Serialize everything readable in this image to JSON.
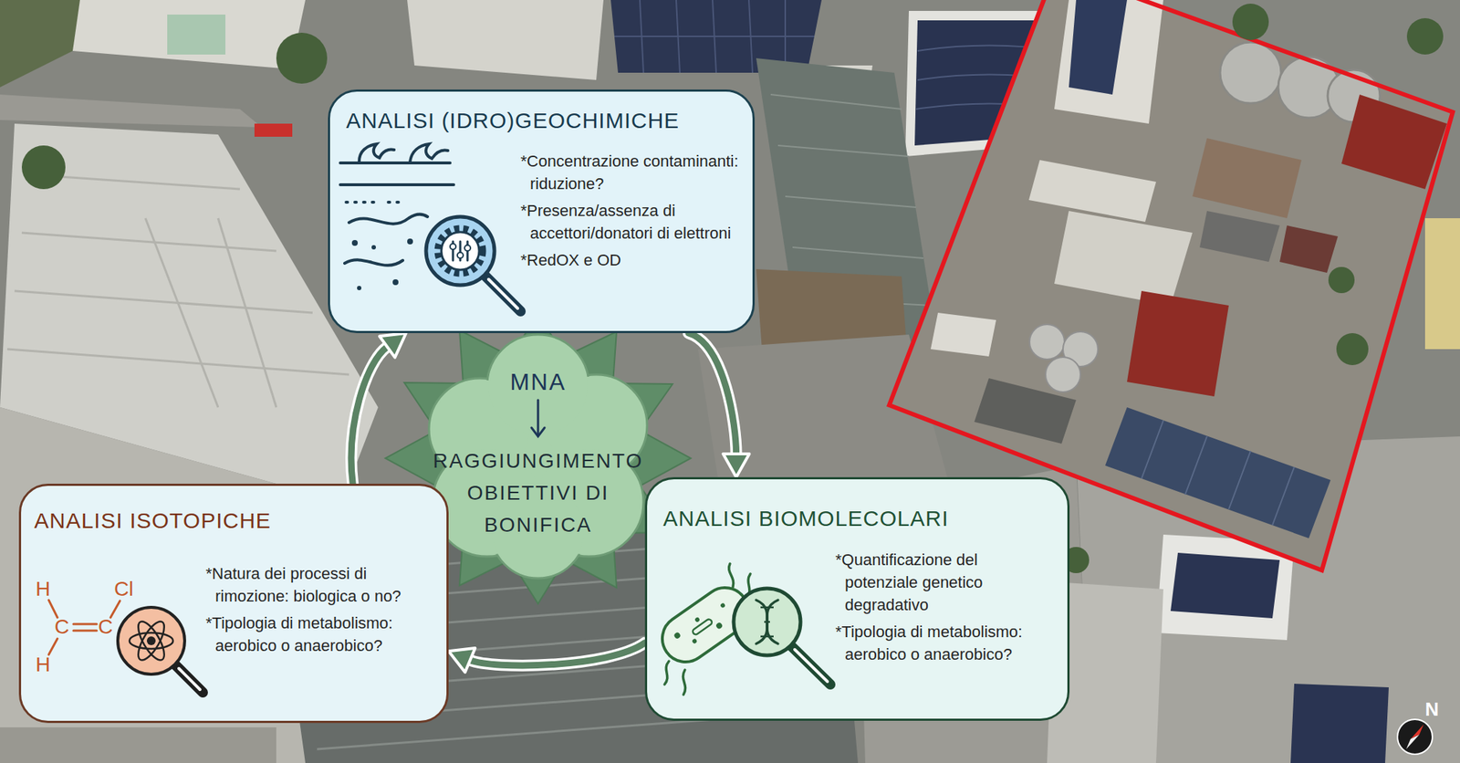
{
  "diagram": {
    "nodes": [
      {
        "text": [
          "ANALISI (IDRO)GEOCHIMICHE",
          "*Concentrazione contaminanti: riduzione?",
          "*Presenza/assenza di accettori/donatori di elettroni",
          "*RedOX e OD"
        ]
      },
      {
        "text": [
          "MNA",
          "RAGGIUNGIMENTO OBIETTIVI DI BONIFICA"
        ]
      },
      {
        "text": [
          "ANALISI ISOTOPICHE",
          "*Natura dei processi di rimozione: biologica o no?",
          "*Tipologia di metabolismo: aerobico o anaerobico?"
        ]
      },
      {
        "text": [
          "ANALISI BIOMOLECOLARI",
          "*Quantificazione del potenziale genetico degradativo",
          "*Tipologia di metabolismo: aerobico o anaerobico?"
        ]
      }
    ],
    "edges": [
      {
        "from": 0,
        "to": 3,
        "arrow": "to"
      },
      {
        "from": 3,
        "to": 2,
        "arrow": "to"
      },
      {
        "from": 2,
        "to": 0,
        "arrow": "to"
      }
    ],
    "labels": [
      "H",
      "Cl",
      "C",
      "C",
      "H",
      "N"
    ]
  }
}
